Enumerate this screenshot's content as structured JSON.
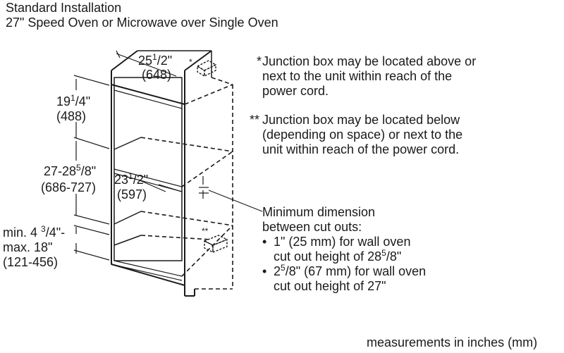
{
  "header": {
    "title": "Standard Installation",
    "subtitle": "27\" Speed Oven or Microwave over Single Oven"
  },
  "dimensions": {
    "width_main": "25",
    "width_sup": "1",
    "width_sub": "/2\"",
    "width_mm": "(648)",
    "upper_main": "19",
    "upper_sup": "1",
    "upper_sub": "/4\"",
    "upper_mm": "(488)",
    "cutout_a": "27-28",
    "cutout_sup": "5",
    "cutout_sub": "/8\"",
    "cutout_mm": "(686-727)",
    "depth_main": "23",
    "depth_sup": "1",
    "depth_sub": "/2\"",
    "depth_mm": "(597)",
    "lower_line1_a": "min. 4 ",
    "lower_line1_sup": "3",
    "lower_line1_b": "/4\"-",
    "lower_line2": "max. 18\"",
    "lower_mm": "(121-456)"
  },
  "junction_marks": {
    "single": "*",
    "double": "**"
  },
  "notes": {
    "note1_star": "*",
    "note1_lines": [
      "Junction box may be located above or",
      "next to the unit within reach of the",
      "power cord."
    ],
    "note2_star": "**",
    "note2_lines": [
      "Junction box may be located below",
      "(depending on space) or next to the",
      "unit within reach of the power cord."
    ]
  },
  "min_dimension": {
    "line1": "Minimum dimension",
    "line2": "between cut outs:",
    "b1_a": "1\" (25 mm) for wall oven",
    "b1_b": "cut out height of 28",
    "b1_sup": "5",
    "b1_c": "/8\"",
    "b2_a": "2",
    "b2_sup": "5",
    "b2_b": "/8\" (67 mm) for wall oven",
    "b2_c": "cut out height of 27\"",
    "bullet": "•"
  },
  "footer": "measurements in inches (mm)"
}
